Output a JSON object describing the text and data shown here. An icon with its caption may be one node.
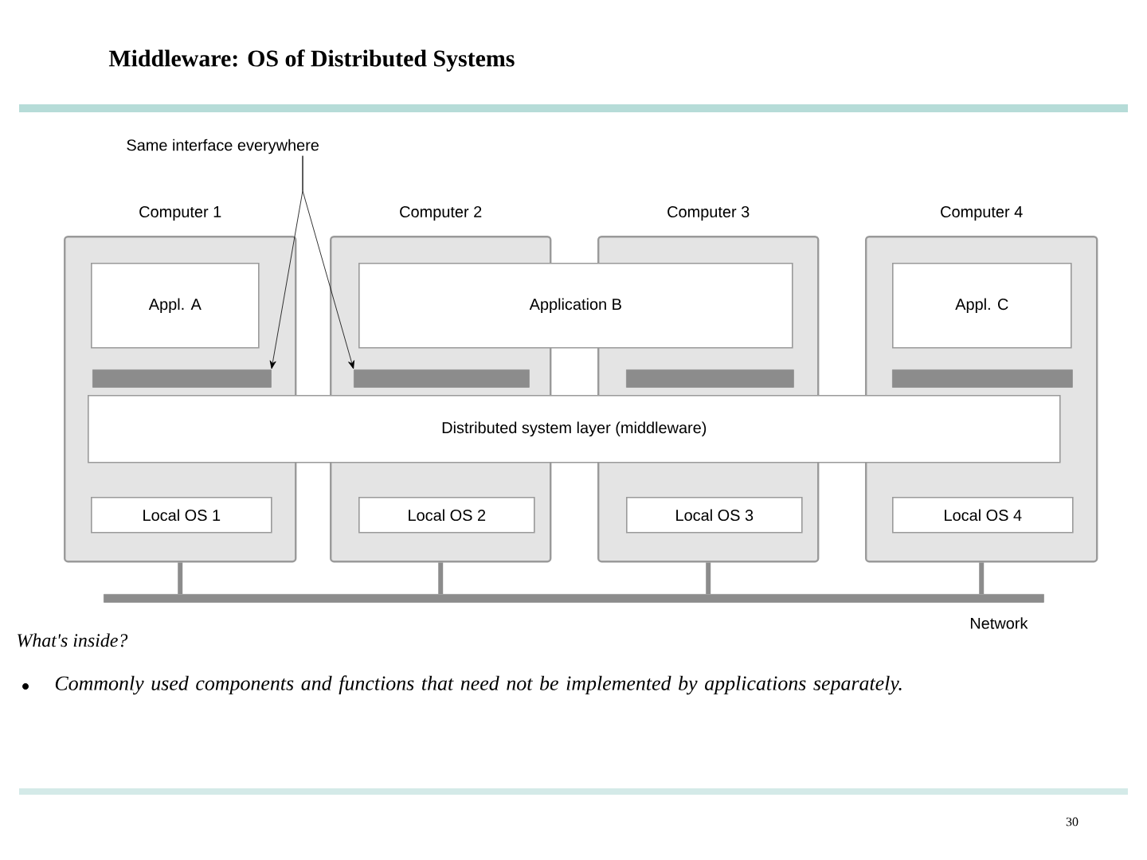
{
  "diagram": {
    "title": "Middleware: OS of Distributed Systems",
    "nodes": [
      {
        "text": [
          "Computer 1"
        ]
      },
      {
        "text": [
          "Computer 2"
        ]
      },
      {
        "text": [
          "Computer 3"
        ]
      },
      {
        "text": [
          "Computer 4"
        ]
      },
      {
        "text": [
          "Appl. A"
        ],
        "in": 0
      },
      {
        "text": [
          "Application B"
        ]
      },
      {
        "text": [
          "Appl. C"
        ],
        "in": 3
      },
      {
        "text": [],
        "shape": "bar",
        "in": 0
      },
      {
        "text": [],
        "shape": "bar",
        "in": 1
      },
      {
        "text": [],
        "shape": "bar",
        "in": 2
      },
      {
        "text": [],
        "shape": "bar",
        "in": 3
      },
      {
        "text": [
          "Distributed system layer (middleware)"
        ]
      },
      {
        "text": [
          "Local OS 1"
        ],
        "in": 0
      },
      {
        "text": [
          "Local OS 2"
        ],
        "in": 1
      },
      {
        "text": [
          "Local OS 3"
        ],
        "in": 2
      },
      {
        "text": [
          "Local OS 4"
        ],
        "in": 3
      },
      {
        "text": [
          "Same interface everywhere"
        ]
      },
      {
        "text": [],
        "shape": "bar",
        "beside": [
          "Network"
        ]
      }
    ],
    "edges": [
      {
        "from": 16,
        "to": 7,
        "arrow": "to",
        "color": "#000000"
      },
      {
        "from": 16,
        "to": 8,
        "arrow": "to",
        "color": "#000000"
      },
      {
        "from": 0,
        "to": 17,
        "arrow": "none"
      },
      {
        "from": 1,
        "to": 17,
        "arrow": "none"
      },
      {
        "from": 2,
        "to": 17,
        "arrow": "none"
      },
      {
        "from": 3,
        "to": 17,
        "arrow": "none"
      }
    ],
    "labels": [
      "What's inside?",
      "Commonly used components and functions that need not be implemented by applications separately.",
      "30"
    ]
  }
}
